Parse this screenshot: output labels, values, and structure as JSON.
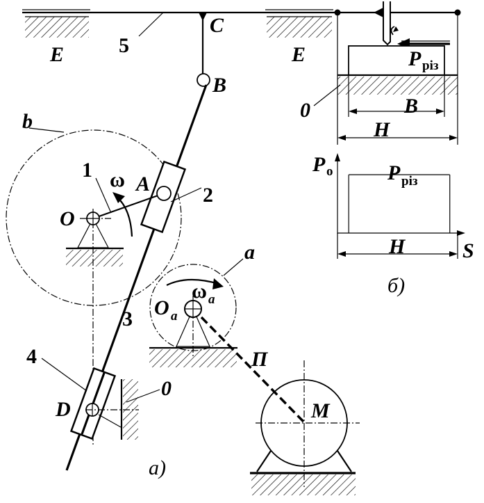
{
  "figure": {
    "part_a_caption": "а)",
    "part_b_caption": "б)"
  },
  "mechanism": {
    "labels": {
      "C": "C",
      "B": "B",
      "A": "A",
      "O": "O",
      "D": "D",
      "M": "M",
      "E_left": "E",
      "E_right": "E",
      "link_1": "1",
      "link_2": "2",
      "link_3": "3",
      "link_4": "4",
      "link_5": "5",
      "ground_0": "0",
      "circle_b": "b",
      "circle_a": "a",
      "belt_P": "П",
      "omega": "ω",
      "omega_a_main": "ω",
      "omega_a_sub": "a",
      "Oa_main": "O",
      "Oa_sub": "a"
    }
  },
  "tool_view": {
    "labels": {
      "P_main": "P",
      "P_sub": "різ",
      "ground_0": "0",
      "B": "B",
      "H": "H"
    }
  },
  "force_graph": {
    "labels": {
      "y_axis_main": "P",
      "y_axis_sub": "о",
      "x_axis": "S",
      "plateau_main": "P",
      "plateau_sub": "різ",
      "stroke": "H"
    }
  },
  "chart_data": {
    "type": "line",
    "title": "",
    "xlabel": "S",
    "ylabel": "Po",
    "series": [
      {
        "name": "Pріз",
        "points": [
          [
            0,
            0
          ],
          [
            0.1,
            0
          ],
          [
            0.1,
            1
          ],
          [
            1.0,
            1
          ],
          [
            1.0,
            0
          ]
        ]
      }
    ],
    "annotations": [
      "Pріз",
      "H"
    ],
    "x_range_label": "H",
    "xlim": [
      0,
      1.15
    ],
    "ylim": [
      0,
      1.3
    ],
    "grid": false
  }
}
